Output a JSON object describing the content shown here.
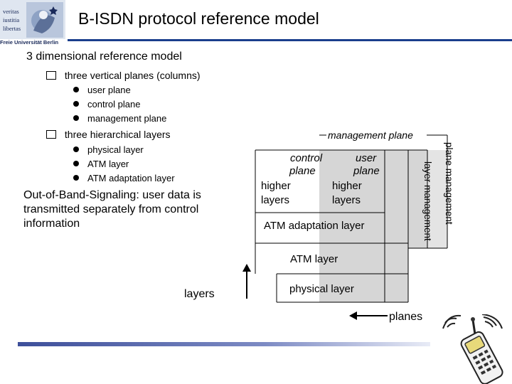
{
  "logo": {
    "motto": [
      "veritas",
      "iustitia",
      "libertas"
    ],
    "university": "Freie Universität Berlin"
  },
  "slide": {
    "title": "B-ISDN protocol reference model",
    "heading": "3 dimensional reference model",
    "bullet1": {
      "text": "three vertical planes (columns)",
      "items": [
        "user plane",
        "control plane",
        "management plane"
      ]
    },
    "bullet2": {
      "text": "three hierarchical layers",
      "items": [
        "physical layer",
        "ATM layer",
        "ATM adaptation layer"
      ]
    },
    "note": "Out-of-Band-Signaling: user data is transmitted separately from control information"
  },
  "diagram": {
    "management_plane": "management plane",
    "control_plane_line1": "control",
    "control_plane_line2": "plane",
    "user_plane_line1": "user",
    "user_plane_line2": "plane",
    "higher_layers_left_1": "higher",
    "higher_layers_left_2": "layers",
    "higher_layers_right_1": "higher",
    "higher_layers_right_2": "layers",
    "aal": "ATM adaptation layer",
    "atm_layer": "ATM layer",
    "physical_layer": "physical layer",
    "layer_management": "layer management",
    "plane_management": "plane management",
    "axis_layers": "layers",
    "axis_planes": "planes"
  }
}
